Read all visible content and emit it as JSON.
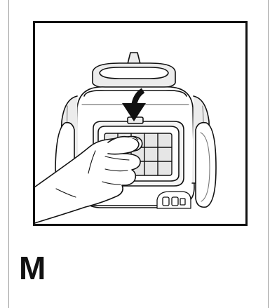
{
  "step": {
    "letter": "M"
  },
  "illustration": {
    "subject": "hand-pressing-filter-cover-into-vacuum-canister",
    "arrow_direction": "down"
  },
  "colors": {
    "line": "#111111",
    "light_gray": "#ececec",
    "mid_gray": "#d6d6d6",
    "frame": "#111111",
    "page_border": "#a0a0a0"
  }
}
